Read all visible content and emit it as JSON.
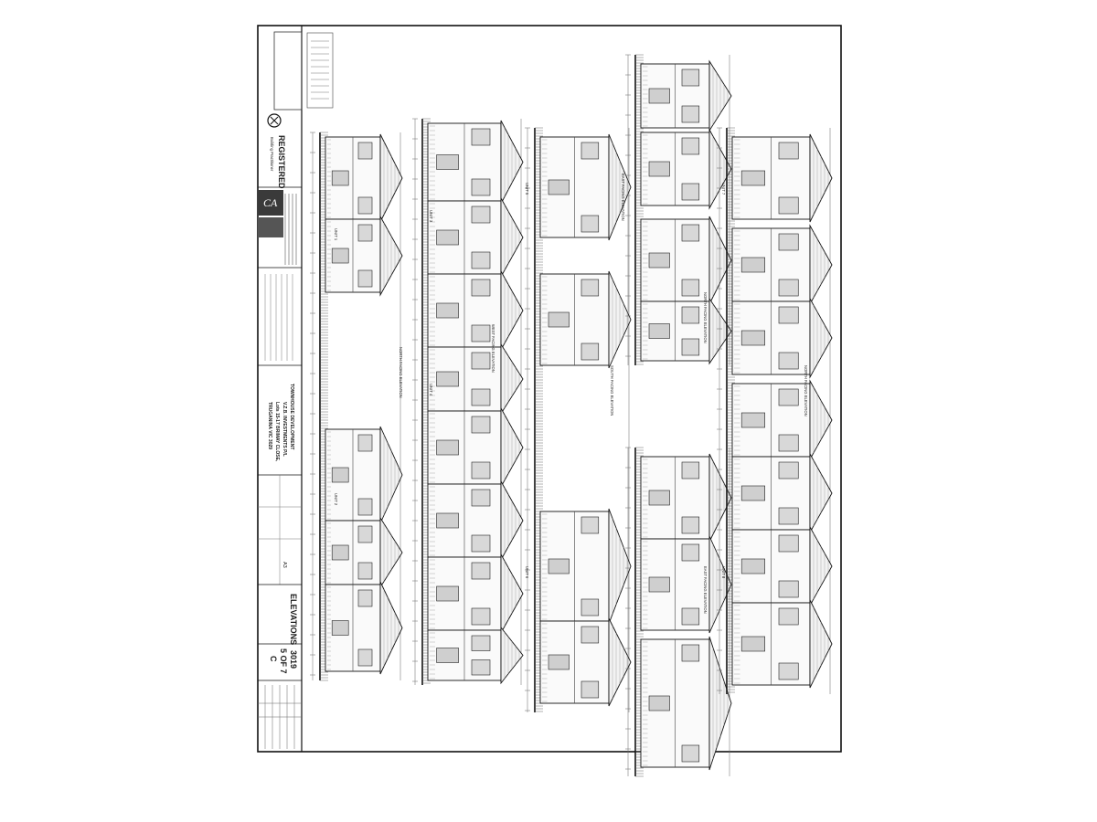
{
  "title_block": {
    "registration": "REGISTERED",
    "registration_sub": "Building Practitioner",
    "logo_text": "CA",
    "project": "TOWNHOUSE DEVELOPMENT",
    "client": "V.Z.B. INVESTMENTS P/L",
    "address_line": "Lots 15-17 BRIMAY CLOSE,",
    "suburb": "TRUGANINA  VIC  3029",
    "drawing_title": "ELEVATIONS",
    "scale": "A3",
    "sheet": "5 OF 7",
    "revision": "C",
    "drawing_no": "3019"
  },
  "elevation_labels": [
    "NORTH FACING ELEVATION",
    "WEST FACING ELEVATION",
    "SOUTH FACING ELEVATION",
    "EAST FACING ELEVATION",
    "NORTH FACING ELEVATION",
    "EAST FACING ELEVATION",
    "NORTH FACING ELEVATION"
  ],
  "units": [
    "UNIT 1",
    "UNIT 2",
    "UNIT 3",
    "UNIT 4",
    "UNIT 5",
    "UNIT 6",
    "UNIT 7",
    "UNIT 8"
  ]
}
